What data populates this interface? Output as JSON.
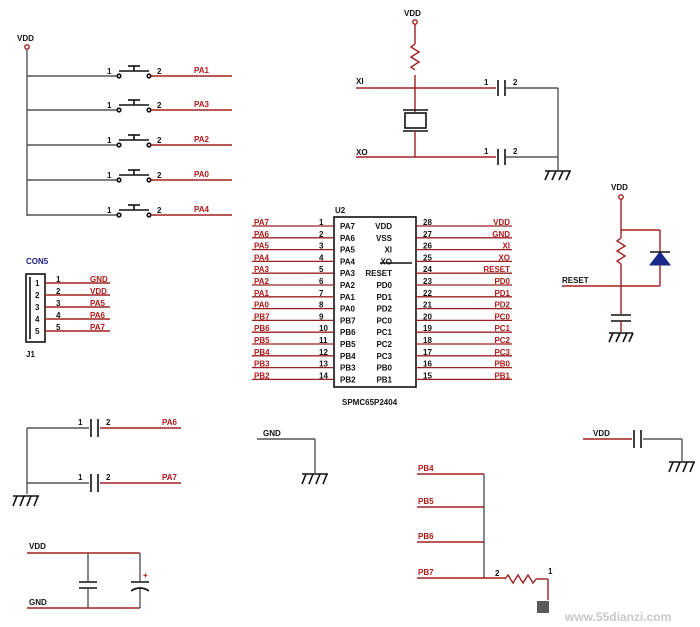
{
  "power": {
    "vdd": "VDD",
    "gnd": "GND"
  },
  "switches": [
    {
      "pin1": "1",
      "pin2": "2",
      "net": "PA1"
    },
    {
      "pin1": "1",
      "pin2": "2",
      "net": "PA3"
    },
    {
      "pin1": "1",
      "pin2": "2",
      "net": "PA2"
    },
    {
      "pin1": "1",
      "pin2": "2",
      "net": "PA0"
    },
    {
      "pin1": "1",
      "pin2": "2",
      "net": "PA4"
    }
  ],
  "oscillator": {
    "xi": "XI",
    "xo": "XO",
    "cap_pin1": "1",
    "cap_pin2": "2"
  },
  "reset_circuit": {
    "label": "RESET"
  },
  "connector": {
    "name": "CON5",
    "ref": "J1",
    "pins": [
      {
        "num": "1",
        "net": "GND"
      },
      {
        "num": "2",
        "net": "VDD"
      },
      {
        "num": "3",
        "net": "PA5"
      },
      {
        "num": "4",
        "net": "PA6"
      },
      {
        "num": "5",
        "net": "PA7"
      }
    ]
  },
  "chip": {
    "ref": "U2",
    "part": "SPMC65P2404",
    "left_pins": [
      {
        "num": "1",
        "name": "PA7",
        "net": "PA7"
      },
      {
        "num": "2",
        "name": "PA6",
        "net": "PA6"
      },
      {
        "num": "3",
        "name": "PA5",
        "net": "PA5"
      },
      {
        "num": "4",
        "name": "PA4",
        "net": "PA4"
      },
      {
        "num": "5",
        "name": "PA3",
        "net": "PA3"
      },
      {
        "num": "6",
        "name": "PA2",
        "net": "PA2"
      },
      {
        "num": "7",
        "name": "PA1",
        "net": "PA1"
      },
      {
        "num": "8",
        "name": "PA0",
        "net": "PA0"
      },
      {
        "num": "9",
        "name": "PB7",
        "net": "PB7"
      },
      {
        "num": "10",
        "name": "PB6",
        "net": "PB6"
      },
      {
        "num": "11",
        "name": "PB5",
        "net": "PB5"
      },
      {
        "num": "12",
        "name": "PB4",
        "net": "PB4"
      },
      {
        "num": "13",
        "name": "PB3",
        "net": "PB3"
      },
      {
        "num": "14",
        "name": "PB2",
        "net": "PB2"
      }
    ],
    "right_pins": [
      {
        "num": "28",
        "name": "VDD",
        "net": "VDD"
      },
      {
        "num": "27",
        "name": "VSS",
        "net": "GND"
      },
      {
        "num": "26",
        "name": "XI",
        "net": "XI"
      },
      {
        "num": "25",
        "name": "XO",
        "net": "XO"
      },
      {
        "num": "24",
        "name": "RESET",
        "net": "RESET"
      },
      {
        "num": "23",
        "name": "PD0",
        "net": "PD0"
      },
      {
        "num": "22",
        "name": "PD1",
        "net": "PD1"
      },
      {
        "num": "21",
        "name": "PD2",
        "net": "PD2"
      },
      {
        "num": "20",
        "name": "PC0",
        "net": "PC0"
      },
      {
        "num": "19",
        "name": "PC1",
        "net": "PC1"
      },
      {
        "num": "18",
        "name": "PC2",
        "net": "PC2"
      },
      {
        "num": "17",
        "name": "PC3",
        "net": "PC3"
      },
      {
        "num": "16",
        "name": "PB0",
        "net": "PB0"
      },
      {
        "num": "15",
        "name": "PB1",
        "net": "PB1"
      }
    ]
  },
  "bottom_left_caps": [
    {
      "pin1": "1",
      "pin2": "2",
      "net": "PA6"
    },
    {
      "pin1": "1",
      "pin2": "2",
      "net": "PA7"
    }
  ],
  "pullup_group": {
    "nets": [
      "PB4",
      "PB5",
      "PB6",
      "PB7"
    ],
    "pin1": "1",
    "pin2": "2"
  },
  "decoupling": {
    "cap_polarity": "+"
  },
  "watermark": "www.55dianzi.com"
}
